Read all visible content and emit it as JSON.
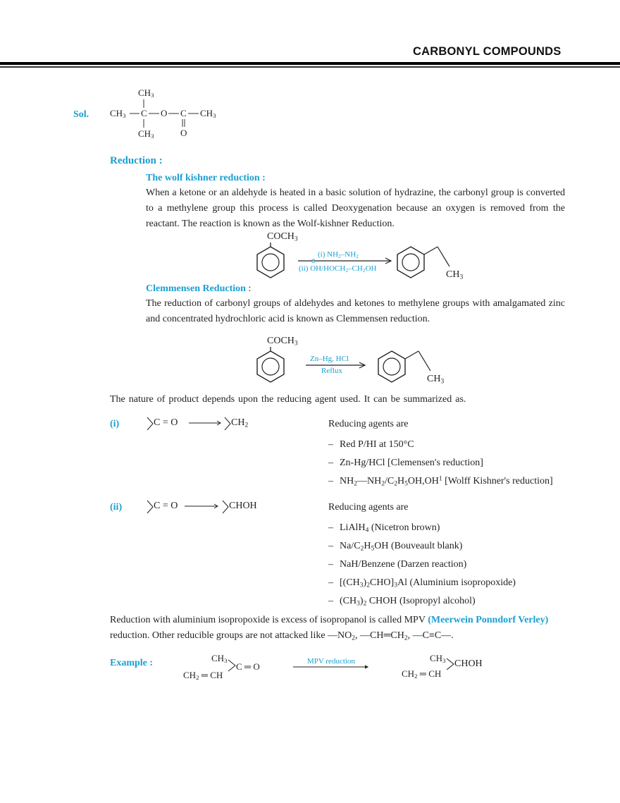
{
  "header": {
    "title": "CARBONYL COMPOUNDS"
  },
  "solution": {
    "label": "Sol.",
    "structure": {
      "top_group": "CH3",
      "left_group": "CH3",
      "bottom_group": "CH3",
      "center_c": "C",
      "oxygen": "O",
      "carbonyl_c": "C",
      "right_group": "CH3",
      "carbonyl_o": "O"
    }
  },
  "reduction": {
    "heading": "Reduction  :",
    "wolf_kishner": {
      "heading": "The wolf kishner reduction :",
      "paragraph": "When a ketone or an aldehyde is heated in a basic solution of hydrazine, the carbonyl group is converted to a methylene group this process is called Deoxygenation because an oxygen is removed from the reactant. The reaction is known as the Wolf-kishner Reduction.",
      "reactant_label": "COCH3",
      "reagent_top": "(i) NH2–NH2",
      "reagent_bottom": "(ii) OH/HOCH2–CH2OH",
      "reagent_charge": "⊖",
      "product_label": "CH3"
    },
    "clemmensen": {
      "heading": "Clemmensen Reduction",
      "heading_suffix": " :",
      "paragraph": "The reduction of carbonyl groups of aldehydes and ketones to methylene groups with amalgamated zinc and concentrated hydrochloric acid is known as Clemmensen reduction.",
      "reactant_label": "COCH3",
      "reagent_top": "Zn–Hg, HCl",
      "reagent_bottom": "Reflux",
      "product_label": "CH3"
    },
    "summary_text": "The nature of product depends upon the reducing agent used. It can be summarized as.",
    "case_i": {
      "label": "(i)",
      "reactant": "C = O",
      "product": "CH2",
      "agents_heading": "Reducing agents are",
      "agents": [
        "Red P/HI at 150°C",
        "Zn-Hg/HCl [Clemensen's reduction]",
        "NH2—NH2/C2H5OH,OH1 [Wolff Kishner's reduction]"
      ]
    },
    "case_ii": {
      "label": "(ii)",
      "reactant": "C = O",
      "product": "CHOH",
      "agents_heading": "Reducing agents are",
      "agents": [
        "LiAlH4 (Nicetron brown)",
        "Na/C2H5OH (Bouveault blank)",
        "NaH/Benzene (Darzen reaction)",
        "[(CH3)2CHO]3Al (Aluminium isopropoxide)",
        "(CH3)2 CHOH (Isopropyl alcohol)"
      ]
    },
    "mpv": {
      "text_1": "Reduction with aluminium isopropoxide is excess of isopropanol is called MPV ",
      "highlight": "(Meerwein Ponndorf Verley)",
      "text_2": "reduction. Other reducible groups are not attacked like —NO2, —CH═CH2, —C≡C—."
    },
    "example": {
      "label": "Example :",
      "reactant_top": "CH3",
      "reactant_bottom": "CH2 ═ CH",
      "reactant_right": "C ═ O",
      "reagent": "MPV reduction",
      "product_top": "CH3",
      "product_bottom": "CH2 ═ CH",
      "product_right": "CHOH"
    }
  }
}
